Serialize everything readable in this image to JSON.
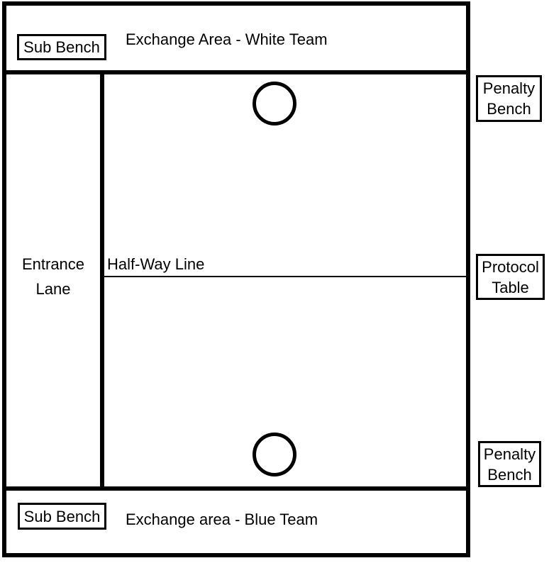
{
  "diagram": {
    "labels": {
      "sub_bench_white": "Sub Bench",
      "exchange_area_white": "Exchange Area - White Team",
      "penalty_bench_top": {
        "line1": "Penalty",
        "line2": "Bench"
      },
      "entrance_lane": {
        "line1": "Entrance",
        "line2": "Lane"
      },
      "half_way_line": "Half-Way Line",
      "protocol_table": {
        "line1": "Protocol",
        "line2": "Table"
      },
      "penalty_bench_bottom": {
        "line1": "Penalty",
        "line2": "Bench"
      },
      "sub_bench_blue": "Sub Bench",
      "exchange_area_blue": "Exchange area - Blue Team"
    },
    "colors": {
      "line": "#000000",
      "background": "#ffffff",
      "text": "#000000"
    }
  }
}
